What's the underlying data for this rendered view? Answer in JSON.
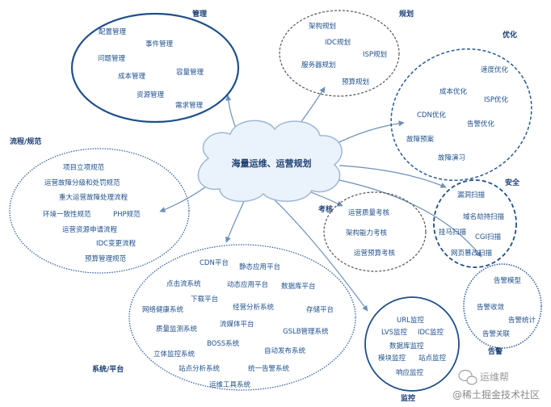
{
  "center": "海量运维、运营规划",
  "groups": {
    "management": {
      "title": "管理",
      "items": [
        "配置管理",
        "事件管理",
        "问题管理",
        "成本管理",
        "容量管理",
        "资源管理",
        "需求管理"
      ]
    },
    "planning": {
      "title": "规划",
      "items": [
        "架构规划",
        "IDC规划",
        "ISP规划",
        "服务器规划",
        "预算规划"
      ]
    },
    "optimization": {
      "title": "优化",
      "items": [
        "速度优化",
        "成本优化",
        "ISP优化",
        "CDN优化",
        "告警优化",
        "故障预案",
        "故障演习"
      ]
    },
    "process": {
      "title": "流程/规范",
      "items": [
        "项目立项规范",
        "运营故障分级和处罚规范",
        "重大运营故障处理流程",
        "环境一致性规范",
        "PHP规范",
        "运营资源申请流程",
        "IDC变更流程",
        "预算管理规范"
      ]
    },
    "assessment": {
      "title": "考核",
      "items": [
        "运营质量考核",
        "架构能力考核",
        "运营预算考核"
      ]
    },
    "security": {
      "title": "安全",
      "items": [
        "漏洞扫描",
        "域名劫持扫描",
        "挂马扫描",
        "CGI扫描",
        "网页篡改扫描"
      ]
    },
    "alert": {
      "title": "告警",
      "items": [
        "告警模型",
        "告警收敛",
        "告警统计",
        "告警关联"
      ]
    },
    "system": {
      "title": "系统/平台",
      "items": [
        "CDN平台",
        "静态应用平台",
        "点击流系统",
        "动态应用平台",
        "数据库平台",
        "下载平台",
        "网络健康系统",
        "经营分析系统",
        "存储平台",
        "质量监测系统",
        "流媒体平台",
        "GSLB管理系统",
        "BOSS系统",
        "立体监控系统",
        "自动发布系统",
        "站点分析系统",
        "统一告警系统",
        "运维工具系统"
      ]
    },
    "monitoring": {
      "title": "监控",
      "items": [
        "URL监控",
        "LVS监控",
        "IDC监控",
        "数据库监控",
        "模块监控",
        "站点监控",
        "响应监控"
      ]
    }
  },
  "watermark": {
    "brand": "运维帮",
    "site": "@稀土掘金技术社区"
  }
}
